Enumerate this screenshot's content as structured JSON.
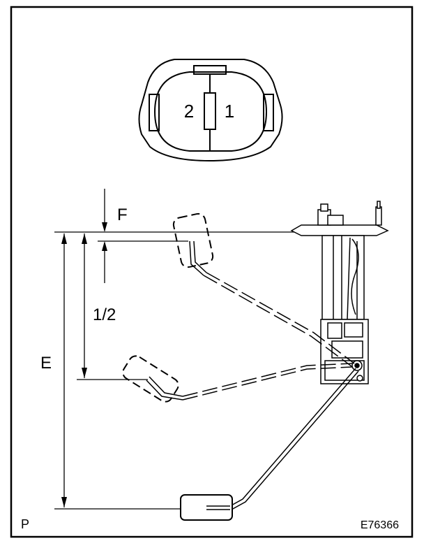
{
  "connector": {
    "pin_left": "2",
    "pin_right": "1"
  },
  "dimensions": {
    "f_label": "F",
    "half_label": "1/2",
    "e_label": "E"
  },
  "corner": {
    "left_code": "P",
    "figure_code": "E76366"
  }
}
